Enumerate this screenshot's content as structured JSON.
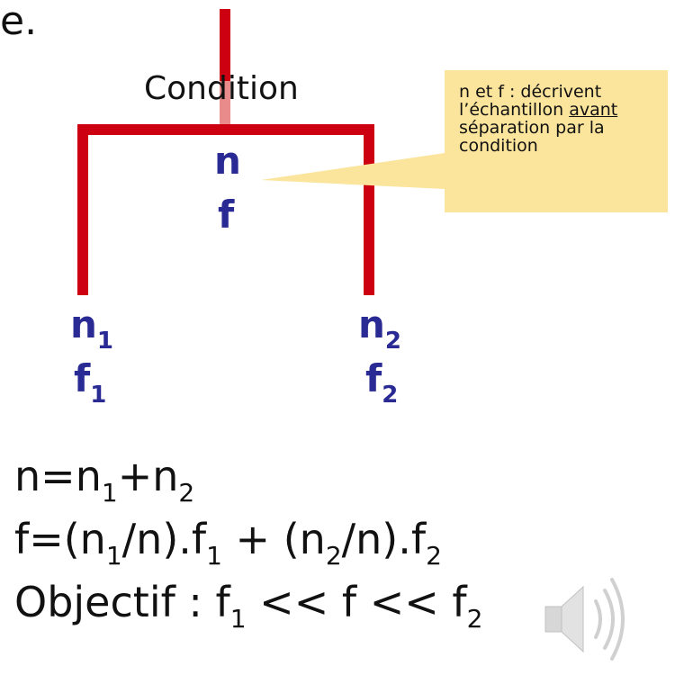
{
  "top_fragment": "e.",
  "tree": {
    "condition_label": "Condition",
    "root": {
      "n": "n",
      "f": "f"
    },
    "left": {
      "n": "n",
      "n_sub": "1",
      "f": "f",
      "f_sub": "1"
    },
    "right": {
      "n": "n",
      "n_sub": "2",
      "f": "f",
      "f_sub": "2"
    }
  },
  "callout": {
    "line1": "n et f : décrivent",
    "line2_pre": "l’échantillon ",
    "line2_underlined": "avant",
    "line3": "séparation par la",
    "line4": "condition"
  },
  "formulas": {
    "f1": {
      "a": "n=n",
      "a_sub": "1",
      "b": "+n",
      "b_sub": "2"
    },
    "f2": {
      "a": "f=(n",
      "a_sub": "1",
      "b": "/n).f",
      "b_sub": "1",
      "c": " + (n",
      "c_sub": "2",
      "d": "/n).f",
      "d_sub": "2"
    },
    "f3": {
      "a": "Objectif : f",
      "a_sub": "1",
      "b": " << f << f",
      "b_sub": "2"
    }
  },
  "colors": {
    "branch": "#cc0011",
    "branch_highlight": "#e98b8b",
    "node_text": "#2a2a94",
    "callout_bg": "#fbe49c"
  },
  "icons": [
    "speaker-icon"
  ]
}
